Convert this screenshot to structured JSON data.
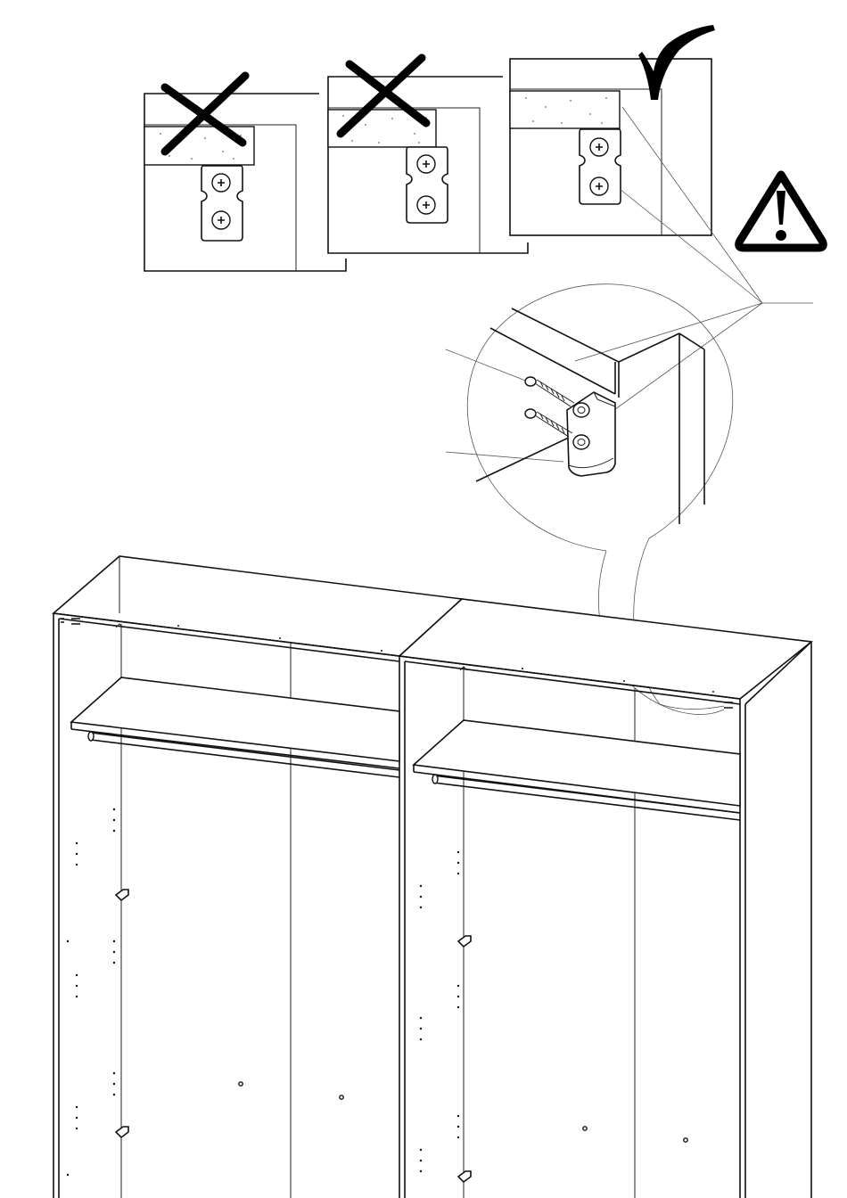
{
  "diagram": {
    "type": "furniture-assembly-instruction",
    "step_views": [
      {
        "id": "view-1",
        "verdict": "incorrect",
        "mark": "cross"
      },
      {
        "id": "view-2",
        "verdict": "incorrect",
        "mark": "cross"
      },
      {
        "id": "view-3",
        "verdict": "correct",
        "mark": "check"
      }
    ],
    "warning": {
      "symbol": "warning-triangle"
    },
    "parts": [
      "wardrobe-frame",
      "top-panel",
      "side-panel",
      "shelf",
      "hanging-rail",
      "connector-bracket",
      "screw"
    ],
    "colors": {
      "line": "#111111",
      "background": "#ffffff"
    }
  }
}
